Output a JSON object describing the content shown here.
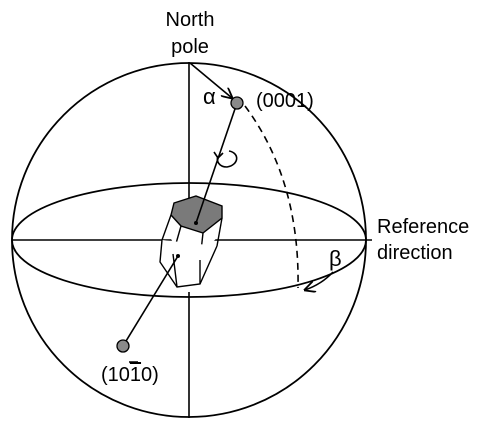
{
  "labels": {
    "north_pole_line1": "North",
    "north_pole_line2": "pole",
    "alpha": "α",
    "beta": "β",
    "plane_0001": "(0001)",
    "reference_line1": "Reference",
    "reference_line2": "direction",
    "plane_1010_pre": "(10",
    "plane_1010_bar": "1",
    "plane_1010_post": "0)"
  },
  "colors": {
    "line": "#000000",
    "hex_top_fill": "#7a7a7a",
    "pole_point_fill": "#8a8a8a",
    "background": "#ffffff"
  }
}
